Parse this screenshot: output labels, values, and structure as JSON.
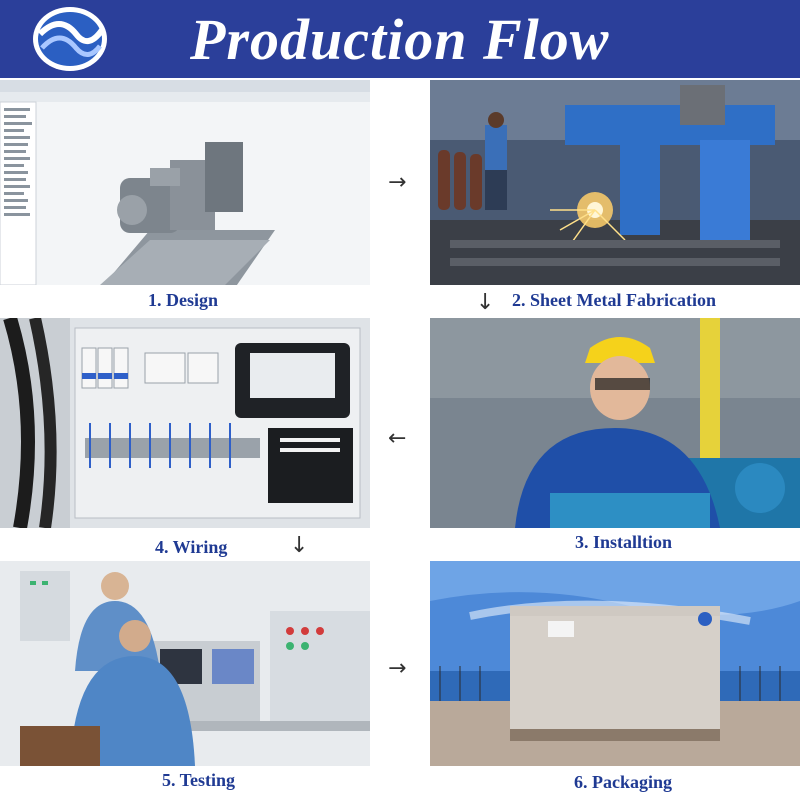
{
  "header": {
    "title": "Production Flow",
    "logo_icon": "company-wave-logo"
  },
  "steps": [
    {
      "caption": "1. Design",
      "scene": "cad-generator-model"
    },
    {
      "caption": "2. Sheet Metal Fabrication",
      "scene": "plasma-cutting-machine"
    },
    {
      "caption": "3. Installtion",
      "scene": "worker-installing-engine"
    },
    {
      "caption": "4. Wiring",
      "scene": "electrical-control-panel"
    },
    {
      "caption": "5. Testing",
      "scene": "engineers-at-test-console"
    },
    {
      "caption": "6. Packaging",
      "scene": "wooden-crate-outdoors"
    }
  ],
  "arrows": {
    "right": "→",
    "down": "↓",
    "left": "←"
  },
  "colors": {
    "header_bg": "#2b3f9a",
    "caption": "#1f3a93"
  }
}
